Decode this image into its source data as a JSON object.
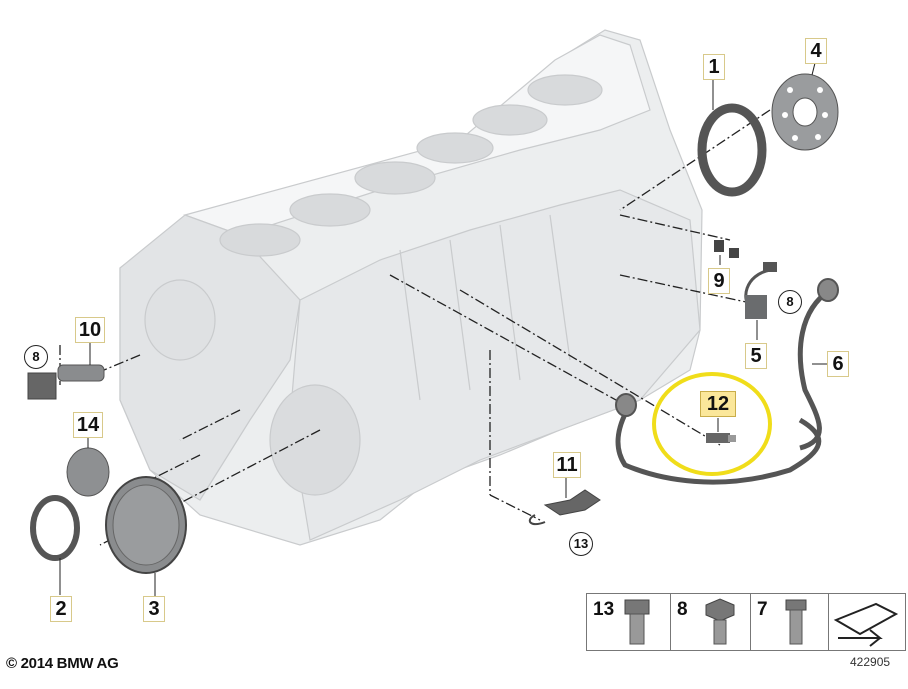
{
  "callouts": {
    "c1": "1",
    "c2": "2",
    "c3": "3",
    "c4": "4",
    "c5": "5",
    "c6": "6",
    "c9": "9",
    "c10": "10",
    "c11": "11",
    "c12": "12",
    "c14": "14"
  },
  "rings": {
    "r8a": "8",
    "r8b": "8",
    "r13": "13"
  },
  "legend": {
    "n13": "13",
    "n8": "8",
    "n7": "7"
  },
  "footer": {
    "copyright": "© 2014 BMW AG",
    "image_number": "422905"
  },
  "colors": {
    "highlight": "#fbe79a",
    "circle": "#f0dd1a"
  }
}
